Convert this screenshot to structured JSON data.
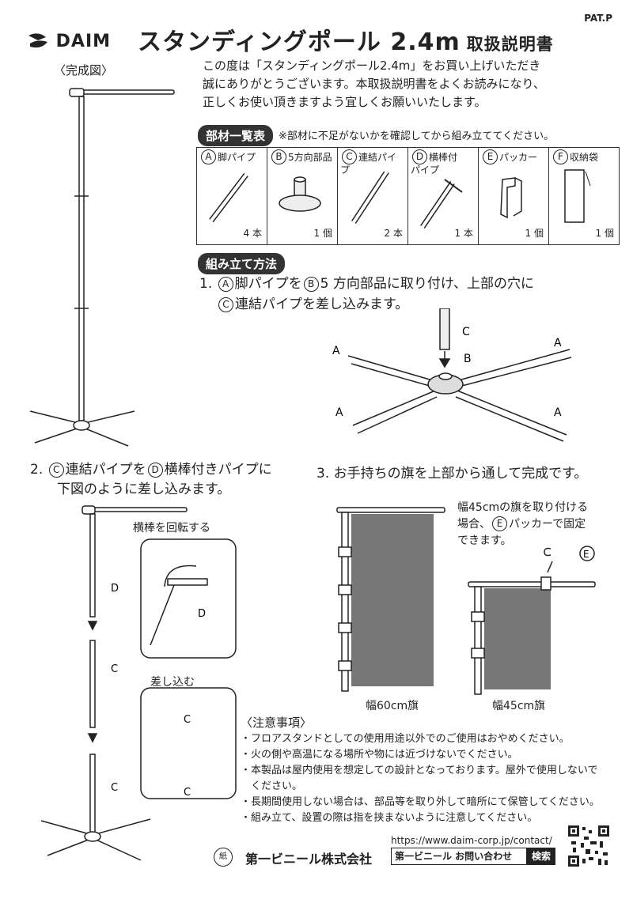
{
  "brand": "DAIM",
  "pat": "PAT.P",
  "title": "スタンディングポール 2.4m",
  "title_sub": "取扱説明書",
  "kansei_label": "〈完成図〉",
  "intro": [
    "この度は「スタンディングポール2.4m」をお買い上げいただき",
    "誠にありがとうございます。本取扱説明書をよくお読みになり、",
    "正しくお使い頂きますよう宜しくお願いいたします。"
  ],
  "parts_heading": "部材一覧表",
  "parts_note": "※部材に不足がないかを確認してから組み立ててください。",
  "parts": [
    {
      "mark": "A",
      "name": "脚パイプ",
      "qty": "4 本"
    },
    {
      "mark": "B",
      "name": "5方向部品",
      "qty": "1 個"
    },
    {
      "mark": "C",
      "name": "連結パイプ",
      "qty": "2 本"
    },
    {
      "mark": "D",
      "name": "横棒付\nパイプ",
      "qty": "1 本"
    },
    {
      "mark": "E",
      "name": "パッカー",
      "qty": "1 個"
    },
    {
      "mark": "F",
      "name": "収納袋",
      "qty": "1 個"
    }
  ],
  "assembly_heading": "組み立て方法",
  "step1": {
    "num": "1.",
    "a": "A",
    "t1": "脚パイプを",
    "b": "B",
    "t2": "5 方向部品に取り付け、上部の穴に",
    "c": "C",
    "t3": "連結パイプを差し込みます。"
  },
  "step2": {
    "num": "2.",
    "c": "C",
    "t1": "連結パイプを",
    "d": "D",
    "t2": "横棒付きパイプに",
    "t3": "下図のように差し込みます。"
  },
  "step3": {
    "text": "3.  お手持ちの旗を上部から通して完成です。"
  },
  "rotate_label": "横棒を回転する",
  "insert_label": "差し込む",
  "flag45_note": [
    "幅45cmの旗を取り付ける",
    "場合、",
    "パッカーで固定",
    "できます。"
  ],
  "flag45_mark": "E",
  "caption60": "幅60cm旗",
  "caption45": "幅45cm旗",
  "caution_heading": "〈注意事項〉",
  "cautions": [
    "・フロアスタンドとしての使用用途以外でのご使用はおやめください。",
    "・火の側や高温になる場所や物には近づけないでください。",
    "・本製品は屋内使用を想定しての設計となっております。屋外で使用しないで",
    "　ください。",
    "・長期間使用しない場合は、部品等を取り外して暗所にて保管してください。",
    "・組み立て、設置の際は指を挟まないように注意してください。"
  ],
  "url": "https://www.daim-corp.jp/contact/",
  "company": "第一ビニール株式会社",
  "search_text": "第一ビニール お問い合わせ",
  "search_button": "検索",
  "recycle_mark": "紙",
  "marks": {
    "A": "A",
    "B": "B",
    "C": "C",
    "D": "D",
    "E": "E"
  }
}
